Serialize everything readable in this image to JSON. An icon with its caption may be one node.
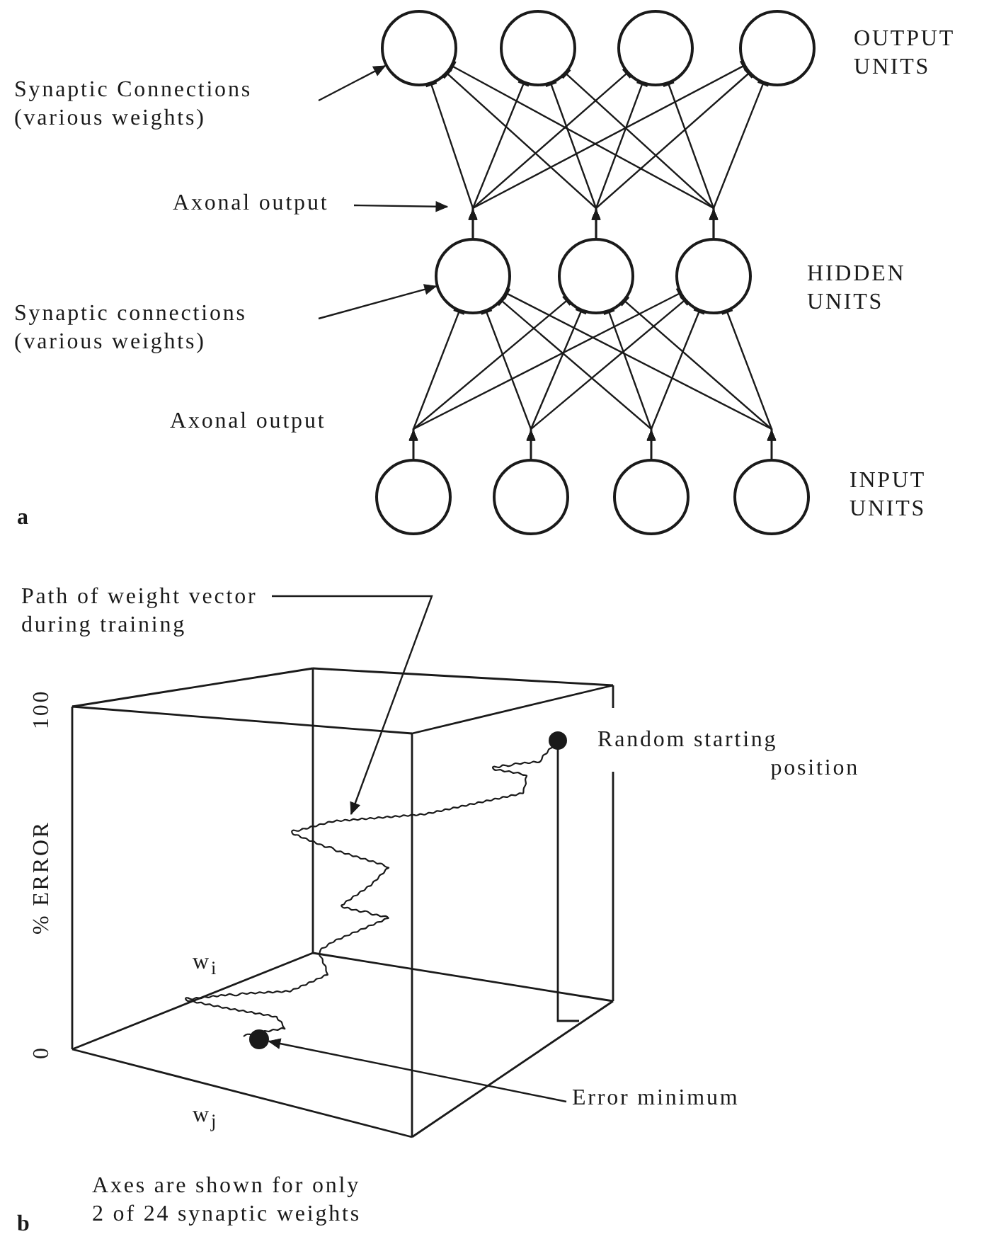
{
  "diagram": {
    "nodes": [
      {
        "text": [],
        "shape": "circle"
      },
      {
        "text": [],
        "shape": "circle"
      },
      {
        "text": [],
        "shape": "circle"
      },
      {
        "text": [],
        "shape": "circle"
      },
      {
        "text": [
          "Synaptic Connections (various weights)"
        ]
      },
      {
        "text": [
          "Axonal output"
        ]
      },
      {
        "text": [],
        "shape": "circle"
      },
      {
        "text": [],
        "shape": "circle"
      },
      {
        "text": [],
        "shape": "circle"
      },
      {
        "text": [
          "Synaptic connections (various weights)"
        ]
      },
      {
        "text": [],
        "shape": "circle"
      },
      {
        "text": [],
        "shape": "circle"
      },
      {
        "text": [],
        "shape": "circle"
      },
      {
        "text": [],
        "shape": "circle"
      },
      {
        "text": [
          "Path of weight vector during training"
        ]
      },
      {
        "text": [],
        "shape": "circle"
      },
      {
        "text": [
          "Error minimum"
        ]
      }
    ],
    "edges": [
      {
        "from": 6,
        "to": 0,
        "arrow": "other"
      },
      {
        "from": 6,
        "to": 1,
        "arrow": "other"
      },
      {
        "from": 6,
        "to": 2,
        "arrow": "other"
      },
      {
        "from": 6,
        "to": 3,
        "arrow": "other"
      },
      {
        "from": 7,
        "to": 0,
        "arrow": "other"
      },
      {
        "from": 7,
        "to": 1,
        "arrow": "other"
      },
      {
        "from": 7,
        "to": 2,
        "arrow": "other"
      },
      {
        "from": 7,
        "to": 3,
        "arrow": "other"
      },
      {
        "from": 8,
        "to": 0,
        "arrow": "other"
      },
      {
        "from": 8,
        "to": 1,
        "arrow": "other"
      },
      {
        "from": 8,
        "to": 2,
        "arrow": "other"
      },
      {
        "from": 8,
        "to": 3,
        "arrow": "other"
      },
      {
        "from": 10,
        "to": 6,
        "arrow": "other"
      },
      {
        "from": 10,
        "to": 7,
        "arrow": "other"
      },
      {
        "from": 10,
        "to": 8,
        "arrow": "other"
      },
      {
        "from": 11,
        "to": 6,
        "arrow": "other"
      },
      {
        "from": 11,
        "to": 7,
        "arrow": "other"
      },
      {
        "from": 11,
        "to": 8,
        "arrow": "other"
      },
      {
        "from": 12,
        "to": 6,
        "arrow": "other"
      },
      {
        "from": 12,
        "to": 7,
        "arrow": "other"
      },
      {
        "from": 12,
        "to": 8,
        "arrow": "other"
      },
      {
        "from": 13,
        "to": 6,
        "arrow": "other"
      },
      {
        "from": 13,
        "to": 7,
        "arrow": "other"
      },
      {
        "from": 13,
        "to": 8,
        "arrow": "other"
      },
      {
        "from": 4,
        "to": 0,
        "arrow": "to"
      },
      {
        "from": 5,
        "to": 6,
        "arrow": "to"
      },
      {
        "from": 9,
        "to": 6,
        "arrow": "to"
      },
      {
        "from": 14,
        "to": null,
        "arrow": "to"
      },
      {
        "from": 16,
        "to": 15,
        "arrow": "to"
      }
    ],
    "labels": [
      "OUTPUT UNITS",
      "HIDDEN UNITS",
      "Axonal output",
      "INPUT UNITS",
      "a",
      "100",
      "Random starting position",
      "% ERROR",
      "w$_{i}$",
      "0",
      "w$_{j}$",
      "Axes are shown for only 2 of 24 synaptic weights",
      "b"
    ]
  }
}
